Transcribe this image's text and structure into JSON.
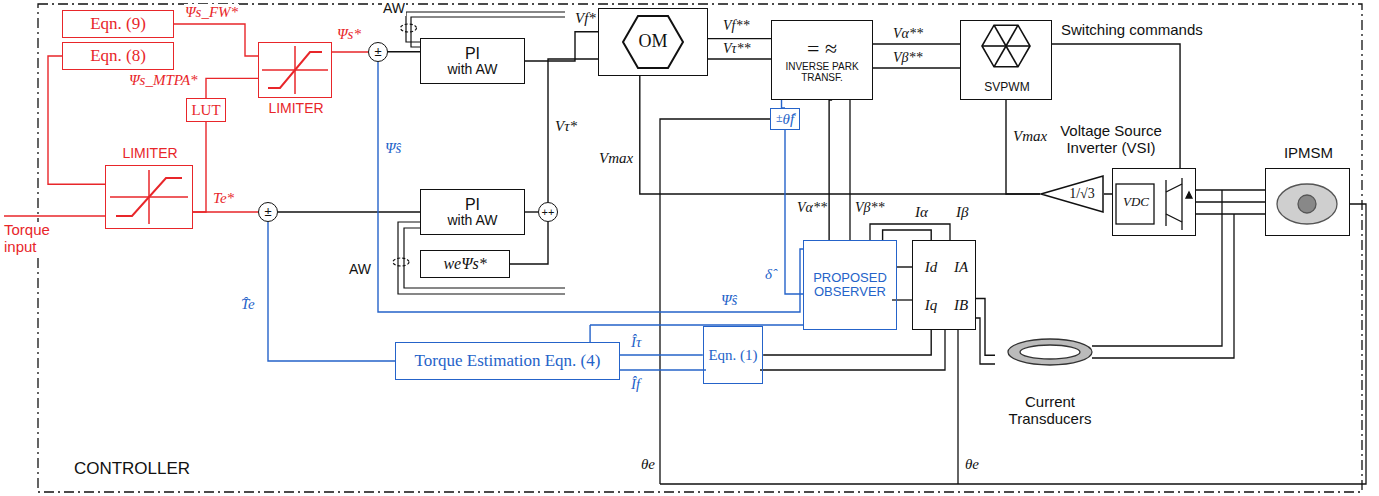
{
  "diagram": {
    "nodes": [
      {
        "text": [
          "CONTROLLER"
        ]
      },
      {
        "text": [
          "Eqn. (9)"
        ],
        "in": 0
      },
      {
        "text": [
          "Eqn. (8)"
        ],
        "in": 0
      },
      {
        "text": [
          "LIMITER"
        ],
        "in": 0
      },
      {
        "text": [
          "LUT"
        ],
        "in": 0
      },
      {
        "text": [
          "LIMITER"
        ],
        "in": 0
      },
      {
        "text": [
          "±"
        ],
        "in": 0
      },
      {
        "text": [
          "±"
        ],
        "in": 0
      },
      {
        "text": [
          "PI",
          "with AW"
        ],
        "in": 0
      },
      {
        "text": [
          "PI",
          "with AW"
        ],
        "in": 0
      },
      {
        "text": [
          "++"
        ],
        "in": 0
      },
      {
        "text": [
          "weΨs*"
        ],
        "in": 0
      },
      {
        "text": [
          "OM"
        ],
        "in": 0
      },
      {
        "text": [
          "= ≈",
          "INVERSE PARK TRANSF."
        ],
        "in": 0
      },
      {
        "text": [
          "SVPWM"
        ],
        "in": 0
      },
      {
        "text": [
          "±",
          "θ̂f"
        ],
        "in": 0
      },
      {
        "text": [
          "1/√3"
        ],
        "in": 0
      },
      {
        "text": [
          "Voltage Source Inverter (VSI)",
          "VDC"
        ],
        "in": 0
      },
      {
        "text": [
          "IPMSM"
        ],
        "in": 0
      },
      {
        "text": [
          "PROPOSED OBSERVER"
        ],
        "in": 0
      },
      {
        "text": [
          "Id",
          "Iq",
          "IA",
          "IB"
        ],
        "in": 0
      },
      {
        "text": [
          "Torque Estimation Eqn. (4)"
        ],
        "in": 0
      },
      {
        "text": [
          "Eqn. (1)"
        ],
        "in": 0
      },
      {
        "text": [
          "Current Transducers"
        ],
        "in": 0
      }
    ],
    "edges": [
      {
        "from": 1,
        "to": 3,
        "arrow": "none",
        "label": "Ψs_FW*"
      },
      {
        "from": 2,
        "to": 5,
        "arrow": "none"
      },
      {
        "from": 4,
        "to": 3,
        "arrow": "none",
        "label": "Ψs_MTPA*"
      },
      {
        "from": 5,
        "to": 4,
        "arrow": "none"
      },
      {
        "from": 3,
        "to": 6,
        "arrow": "none",
        "label": "Ψs*"
      },
      {
        "from": 5,
        "to": 7,
        "arrow": "none",
        "label": "Te*"
      },
      {
        "from": 6,
        "to": 8,
        "arrow": "none"
      },
      {
        "from": 7,
        "to": 9,
        "arrow": "none"
      },
      {
        "from": 9,
        "to": 10,
        "arrow": "none"
      },
      {
        "from": 11,
        "to": 10,
        "arrow": "none"
      },
      {
        "from": 8,
        "to": 12,
        "arrow": "none",
        "label": "Vf*"
      },
      {
        "from": 10,
        "to": 12,
        "arrow": "none",
        "label": "Vτ*"
      },
      {
        "from": 12,
        "to": 13,
        "arrow": "none",
        "label": "Vf**"
      },
      {
        "from": 12,
        "to": 13,
        "arrow": "none",
        "label": "Vτ**"
      },
      {
        "from": 13,
        "to": 14,
        "arrow": "none",
        "label": "Vα**"
      },
      {
        "from": 13,
        "to": 14,
        "arrow": "none",
        "label": "Vβ**"
      },
      {
        "from": 14,
        "to": 17,
        "arrow": "none",
        "label": "Switching commands"
      },
      {
        "from": 17,
        "to": 16,
        "arrow": "none"
      },
      {
        "from": 16,
        "to": 14,
        "arrow": "none",
        "label": "Vmax"
      },
      {
        "from": 16,
        "to": 12,
        "arrow": "none",
        "label": "Vmax"
      },
      {
        "from": 17,
        "to": 18,
        "arrow": "none"
      },
      {
        "from": 23,
        "to": 20,
        "arrow": "none"
      },
      {
        "from": 19,
        "to": 6,
        "arrow": "none",
        "label": "Ψ̂s"
      },
      {
        "from": 19,
        "to": 15,
        "arrow": "none",
        "label": "δ̂"
      },
      {
        "from": 15,
        "to": 13,
        "arrow": "none"
      },
      {
        "from": 19,
        "to": 21,
        "arrow": "none"
      },
      {
        "from": 21,
        "to": 7,
        "arrow": "none",
        "label": "T̂e"
      },
      {
        "from": 20,
        "to": 22,
        "arrow": "none"
      },
      {
        "from": 22,
        "to": 21,
        "arrow": "none"
      },
      {
        "from": 20,
        "to": 19,
        "arrow": "none"
      },
      {
        "from": 13,
        "to": 19,
        "arrow": "none"
      },
      {
        "from": 20,
        "to": 19,
        "arrow": "none"
      }
    ],
    "labels": [
      "Torque input",
      "AW",
      "AW",
      "Ψ̂s",
      "Vα**",
      "Vβ**",
      "Iα",
      "Iβ",
      "Îτ",
      "Îf",
      "θe",
      "θe"
    ]
  }
}
